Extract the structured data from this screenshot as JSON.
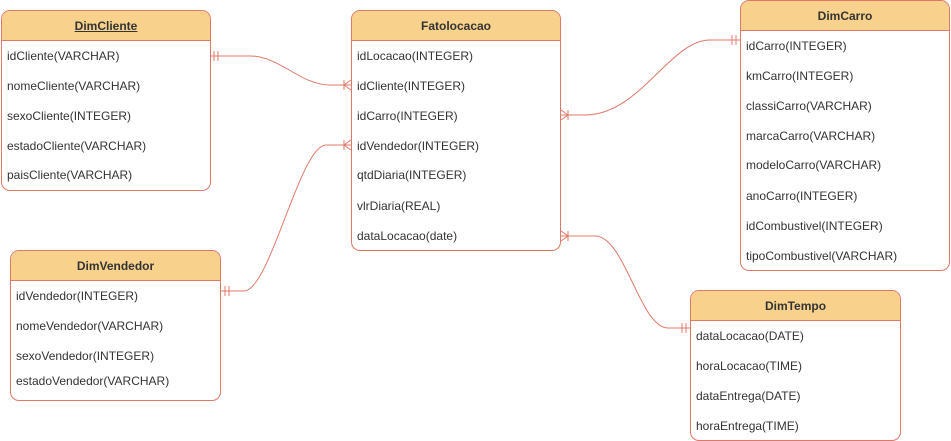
{
  "entities": {
    "dimcliente": {
      "title": "DimCliente",
      "fields": [
        "idCliente(VARCHAR)",
        "nomeCliente(VARCHAR)",
        "sexoCliente(INTEGER)",
        "estadoCliente(VARCHAR)",
        "paisCliente(VARCHAR)"
      ]
    },
    "fatolocacao": {
      "title": "Fatolocacao",
      "fields": [
        "idLocacao(INTEGER)",
        "idCliente(INTEGER)",
        "idCarro(INTEGER)",
        "idVendedor(INTEGER)",
        "qtdDiaria(INTEGER)",
        "vlrDiaria(REAL)",
        "dataLocacao(date)"
      ]
    },
    "dimcarro": {
      "title": "DimCarro",
      "fields": [
        "idCarro(INTEGER)",
        "kmCarro(INTEGER)",
        "classiCarro(VARCHAR)",
        "marcaCarro(VARCHAR)",
        "modeloCarro(VARCHAR)",
        "anoCarro(INTEGER)",
        "idCombustivel(INTEGER)",
        "tipoCombustivel(VARCHAR)"
      ]
    },
    "dimvendedor": {
      "title": "DimVendedor",
      "fields": [
        "idVendedor(INTEGER)",
        "nomeVendedor(VARCHAR)",
        "sexoVendedor(INTEGER)",
        "estadoVendedor(VARCHAR)"
      ]
    },
    "dimtempo": {
      "title": "DimTempo",
      "fields": [
        "dataLocacao(DATE)",
        "horaLocacao(TIME)",
        "dataEntrega(DATE)",
        "horaEntrega(TIME)"
      ]
    }
  }
}
